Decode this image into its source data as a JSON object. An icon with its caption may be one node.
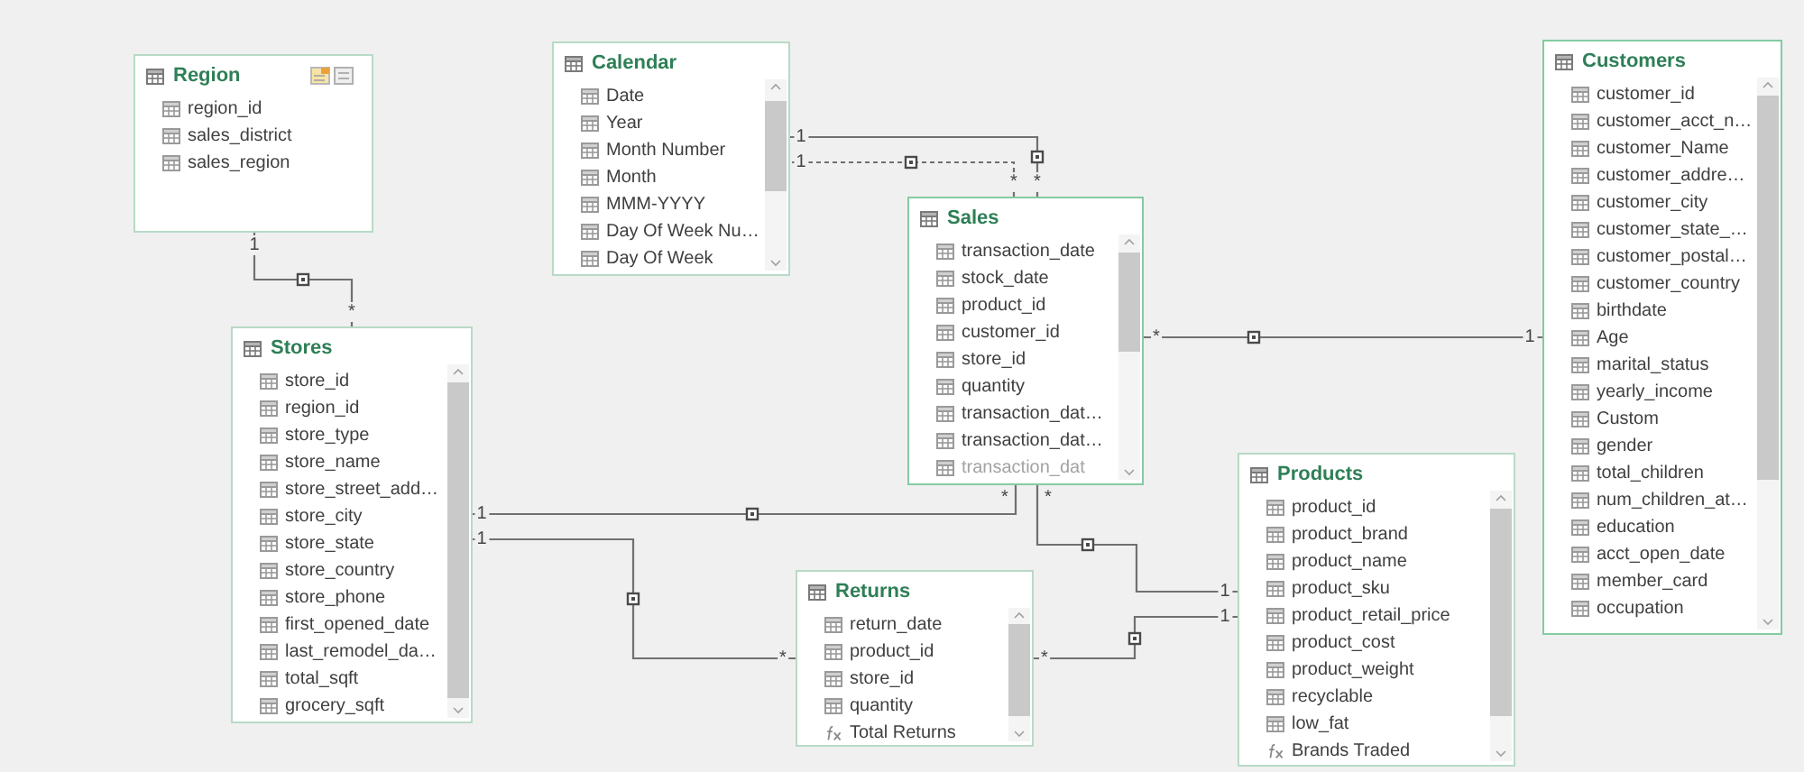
{
  "diagram": {
    "nodes": [
      {
        "text": [
          "Region",
          "region_id",
          "sales_district",
          "sales_region"
        ]
      },
      {
        "text": [
          "Calendar",
          "Date",
          "Year",
          "Month Number",
          "Month",
          "MMM-YYYY",
          "Day Of Week Nu…",
          "Day Of Week"
        ]
      },
      {
        "text": [
          "Customers",
          "customer_id",
          "customer_acct_n…",
          "customer_Name",
          "customer_addre…",
          "customer_city",
          "customer_state_…",
          "customer_postal…",
          "customer_country",
          "birthdate",
          "Age",
          "marital_status",
          "yearly_income",
          "Custom",
          "gender",
          "total_children",
          "num_children_at…",
          "education",
          "acct_open_date",
          "member_card",
          "occupation"
        ]
      },
      {
        "text": [
          "Sales",
          "transaction_date",
          "stock_date",
          "product_id",
          "customer_id",
          "store_id",
          "quantity",
          "transaction_dat…",
          "transaction_dat…",
          "transaction_dat"
        ]
      },
      {
        "text": [
          "Stores",
          "store_id",
          "region_id",
          "store_type",
          "store_name",
          "store_street_add…",
          "store_city",
          "store_state",
          "store_country",
          "store_phone",
          "first_opened_date",
          "last_remodel_da…",
          "total_sqft",
          "grocery_sqft"
        ]
      },
      {
        "text": [
          "Products",
          "product_id",
          "product_brand",
          "product_name",
          "product_sku",
          "product_retail_price",
          "product_cost",
          "product_weight",
          "recyclable",
          "low_fat",
          "Brands Traded"
        ]
      },
      {
        "text": [
          "Returns",
          "return_date",
          "product_id",
          "store_id",
          "quantity",
          "Total Returns"
        ]
      }
    ],
    "edges": [
      {
        "from": 4,
        "to": 0,
        "arrow": "none"
      },
      {
        "from": 3,
        "to": 1,
        "arrow": "none"
      },
      {
        "from": 3,
        "to": 1,
        "arrow": "none",
        "style": "dashed"
      },
      {
        "from": 3,
        "to": 2,
        "arrow": "none"
      },
      {
        "from": 3,
        "to": 4,
        "arrow": "none"
      },
      {
        "from": 6,
        "to": 4,
        "arrow": "none"
      },
      {
        "from": 3,
        "to": 5,
        "arrow": "none"
      },
      {
        "from": 6,
        "to": 5,
        "arrow": "none"
      }
    ],
    "labels": [
      "1",
      "1",
      "*",
      "*",
      "1",
      "*",
      "*",
      "1",
      "*",
      "*",
      "1",
      "1",
      "1",
      "1",
      "*",
      "*"
    ]
  }
}
